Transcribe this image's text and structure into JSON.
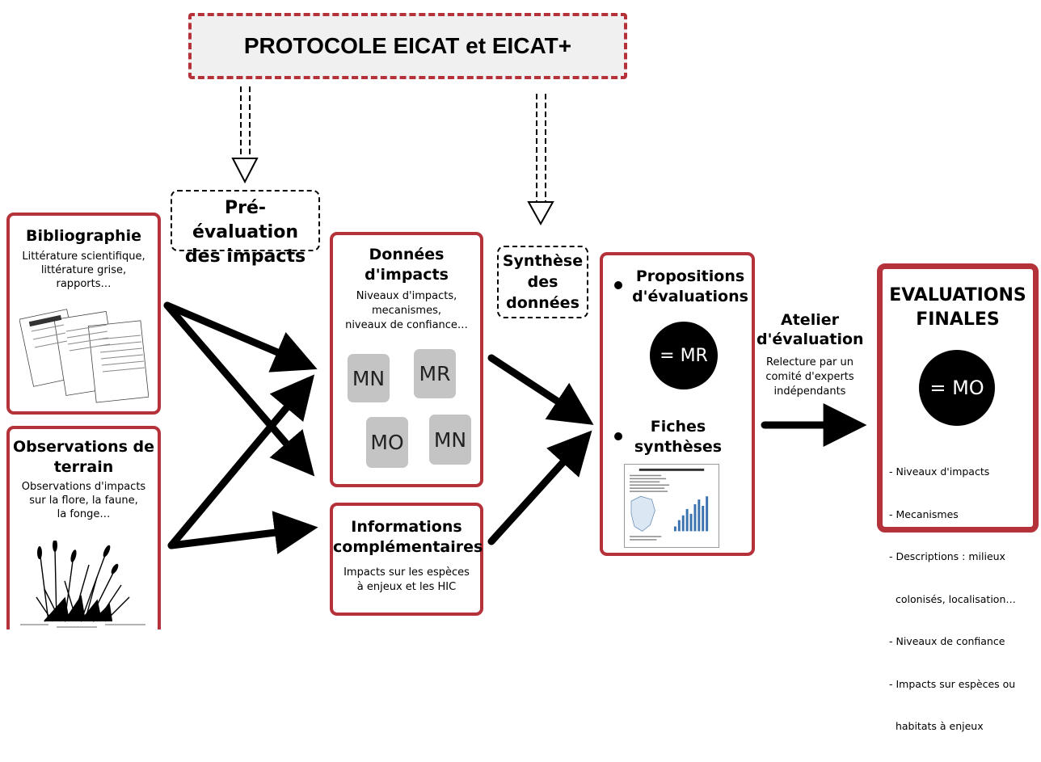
{
  "protocol": {
    "title": "PROTOCOLE EICAT et EICAT+"
  },
  "pre_eval": {
    "line1": "Pré-évaluation",
    "line2": "des impacts"
  },
  "synthese_label": {
    "line1": "Synthèse",
    "line2": "des",
    "line3": "données"
  },
  "bibliographie": {
    "title": "Bibliographie",
    "lines": [
      "Littérature scientifique,",
      "littérature grise,",
      "rapports…"
    ]
  },
  "observations": {
    "title_line1": "Observations de",
    "title_line2": "terrain",
    "lines": [
      "Observations d'impacts",
      "sur la flore, la faune,",
      "la fonge…"
    ]
  },
  "donnees": {
    "title_line1": "Données",
    "title_line2": "d'impacts",
    "lines": [
      "Niveaux d'impacts,",
      "mecanismes,",
      "niveaux de confiance…"
    ],
    "chips": [
      "MN",
      "MR",
      "MO",
      "MN"
    ]
  },
  "informations": {
    "title_line1": "Informations",
    "title_line2": "complémentaires",
    "lines": [
      "Impacts sur les espèces",
      "à enjeux et les HIC"
    ]
  },
  "propositions": {
    "title_line1": "Propositions",
    "title_line2": "d'évaluations",
    "circle_label": "= MR",
    "fiches_line1": "Fiches",
    "fiches_line2": "synthèses"
  },
  "atelier": {
    "title_line1": "Atelier",
    "title_line2": "d'évaluation",
    "lines": [
      "Relecture par un",
      "comité d'experts",
      "indépendants"
    ]
  },
  "finales": {
    "title_line1": "EVALUATIONS",
    "title_line2": "FINALES",
    "circle_label": "= MO",
    "items": [
      "- Niveaux d'impacts",
      "- Mecanismes",
      "- Descriptions : milieux",
      "  colonisés, localisation…",
      "- Niveaux de confiance",
      "- Impacts sur espèces ou",
      "  habitats à enjeux"
    ]
  },
  "colors": {
    "accent_red": "#b5323a",
    "chip_gray": "#c4c4c4",
    "protocol_fill": "#f0f0f0"
  }
}
